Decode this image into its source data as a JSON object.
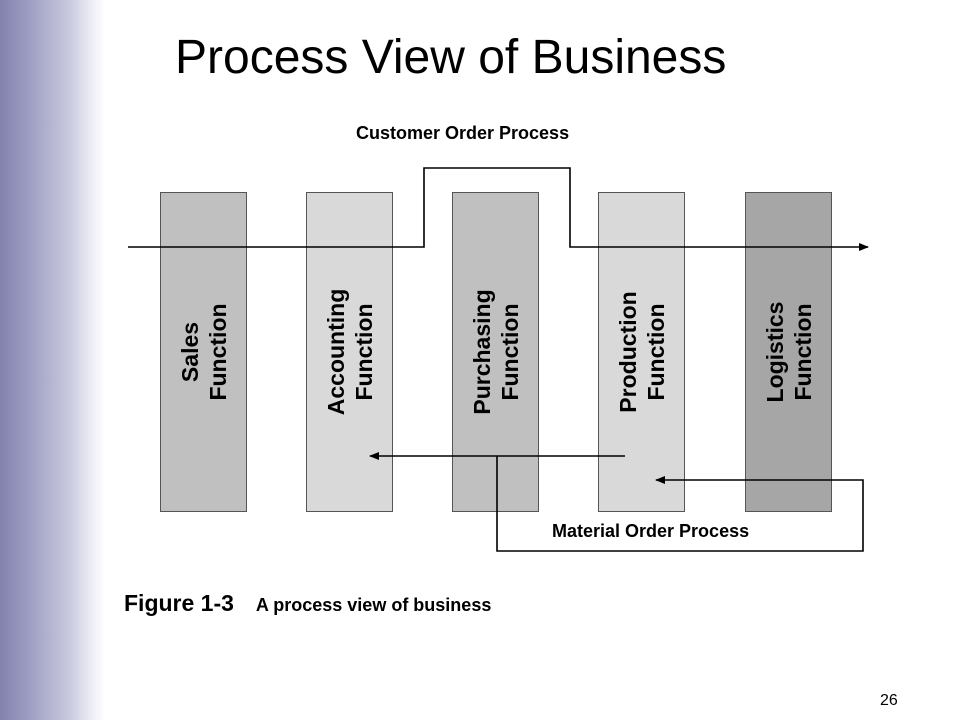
{
  "slide": {
    "title": "Process View of Business",
    "page_number": "26"
  },
  "processes": {
    "customer_order": "Customer Order Process",
    "material_order": "Material Order Process"
  },
  "functions": [
    {
      "line1": "Sales",
      "line2": "Function",
      "color": "#c0c0c0"
    },
    {
      "line1": "Accounting",
      "line2": "Function",
      "color": "#d9d9d9"
    },
    {
      "line1": "Purchasing",
      "line2": "Function",
      "color": "#c0c0c0"
    },
    {
      "line1": "Production",
      "line2": "Function",
      "color": "#d9d9d9"
    },
    {
      "line1": "Logistics",
      "line2": "Function",
      "color": "#a6a6a6"
    }
  ],
  "caption": {
    "figure": "Figure 1-3",
    "text": "A process view of business"
  }
}
